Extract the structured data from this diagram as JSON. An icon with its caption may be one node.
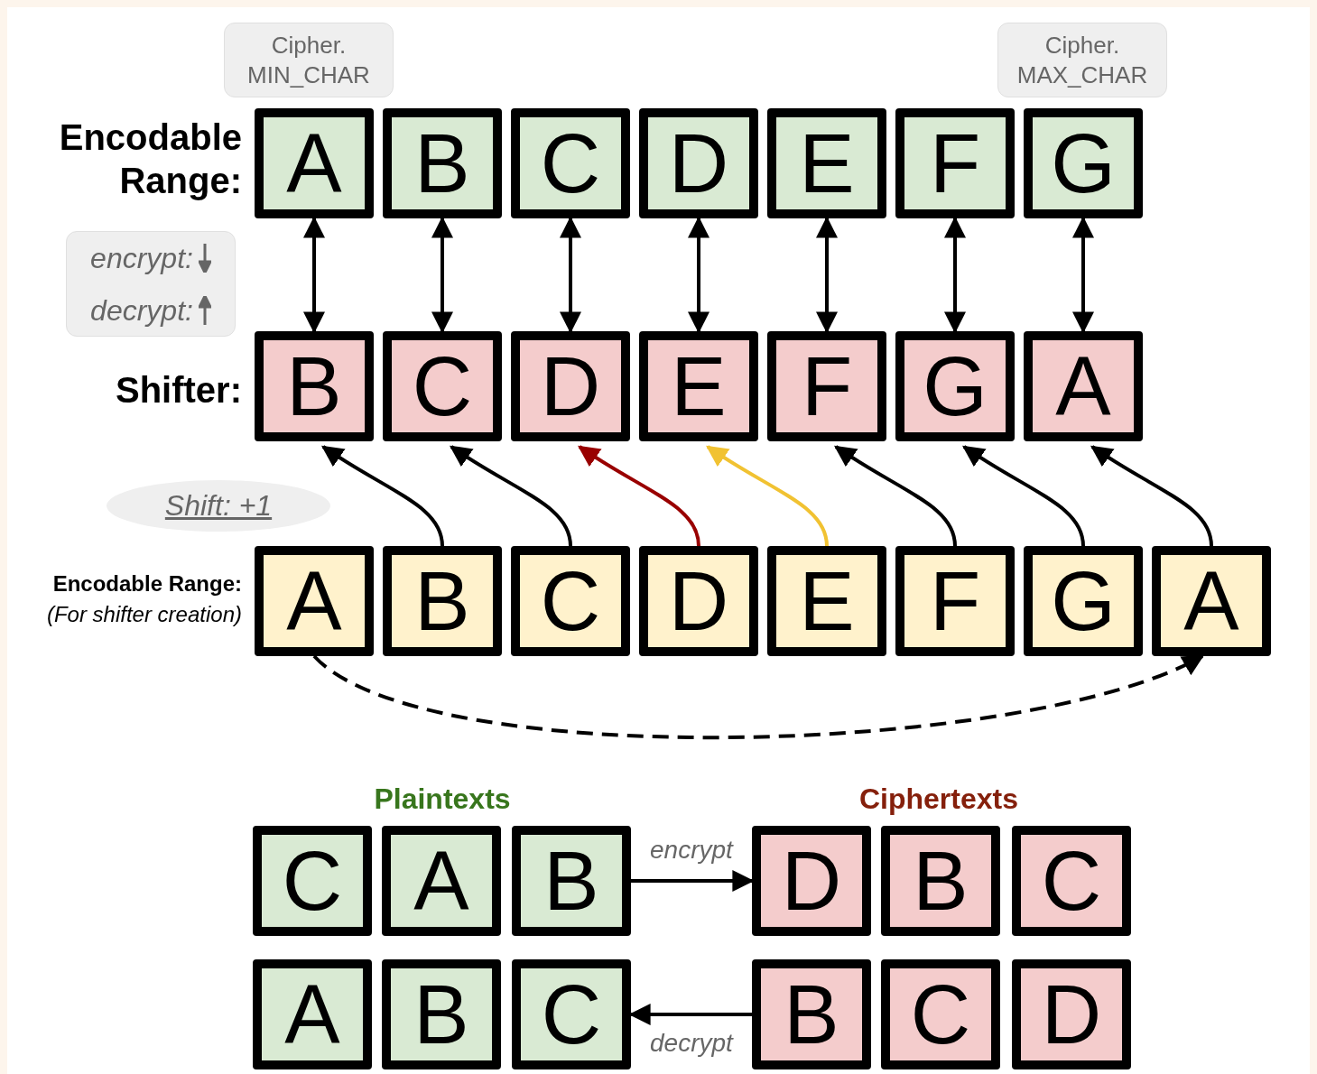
{
  "diagram": {
    "nodes": [
      {
        "text": [
          "A"
        ]
      },
      {
        "text": [
          "B"
        ]
      },
      {
        "text": [
          "C"
        ]
      },
      {
        "text": [
          "D"
        ]
      },
      {
        "text": [
          "E"
        ]
      },
      {
        "text": [
          "F"
        ]
      },
      {
        "text": [
          "G"
        ]
      },
      {
        "text": [
          "B"
        ]
      },
      {
        "text": [
          "C"
        ]
      },
      {
        "text": [
          "D"
        ]
      },
      {
        "text": [
          "E"
        ]
      },
      {
        "text": [
          "F"
        ]
      },
      {
        "text": [
          "G"
        ]
      },
      {
        "text": [
          "A"
        ]
      },
      {
        "text": [
          "A"
        ]
      },
      {
        "text": [
          "B"
        ]
      },
      {
        "text": [
          "C"
        ]
      },
      {
        "text": [
          "D"
        ]
      },
      {
        "text": [
          "E"
        ]
      },
      {
        "text": [
          "F"
        ]
      },
      {
        "text": [
          "G"
        ]
      },
      {
        "text": [
          "A"
        ]
      },
      {
        "text": [
          "C"
        ]
      },
      {
        "text": [
          "A"
        ]
      },
      {
        "text": [
          "B"
        ]
      },
      {
        "text": [
          "D"
        ]
      },
      {
        "text": [
          "B"
        ]
      },
      {
        "text": [
          "C"
        ]
      },
      {
        "text": [
          "A"
        ]
      },
      {
        "text": [
          "B"
        ]
      },
      {
        "text": [
          "C"
        ]
      },
      {
        "text": [
          "B"
        ]
      },
      {
        "text": [
          "C"
        ]
      },
      {
        "text": [
          "D"
        ]
      },
      {
        "text": [
          "Cipher. MIN_CHAR"
        ]
      },
      {
        "text": [
          "Cipher. MAX_CHAR"
        ]
      },
      {
        "text": [
          "encrypt:",
          "decrypt:"
        ]
      },
      {
        "text": [
          "Shift: +1"
        ]
      }
    ],
    "edges": [
      {
        "from": 0,
        "to": 7,
        "arrow": "both"
      },
      {
        "from": 1,
        "to": 8,
        "arrow": "both"
      },
      {
        "from": 2,
        "to": 9,
        "arrow": "both"
      },
      {
        "from": 3,
        "to": 10,
        "arrow": "both"
      },
      {
        "from": 4,
        "to": 11,
        "arrow": "both"
      },
      {
        "from": 5,
        "to": 12,
        "arrow": "both"
      },
      {
        "from": 6,
        "to": 13,
        "arrow": "both"
      },
      {
        "from": 15,
        "to": 7,
        "arrow": "to"
      },
      {
        "from": 16,
        "to": 8,
        "arrow": "to"
      },
      {
        "from": 17,
        "to": 9,
        "arrow": "to",
        "color": "#990000"
      },
      {
        "from": 18,
        "to": 10,
        "arrow": "to",
        "color": "#f1c232"
      },
      {
        "from": 19,
        "to": 11,
        "arrow": "to"
      },
      {
        "from": 20,
        "to": 12,
        "arrow": "to"
      },
      {
        "from": 21,
        "to": 13,
        "arrow": "to"
      },
      {
        "from": 14,
        "to": 21,
        "arrow": "to",
        "style": "dashed"
      },
      {
        "from": 24,
        "to": 25,
        "arrow": "to",
        "label": "encrypt"
      },
      {
        "from": 31,
        "to": 30,
        "arrow": "to",
        "label": "decrypt"
      }
    ],
    "labels": [
      "Encodable Range:",
      "Shifter:",
      "Encodable Range:",
      "(For shifter creation)",
      "Plaintexts",
      "Ciphertexts"
    ]
  }
}
